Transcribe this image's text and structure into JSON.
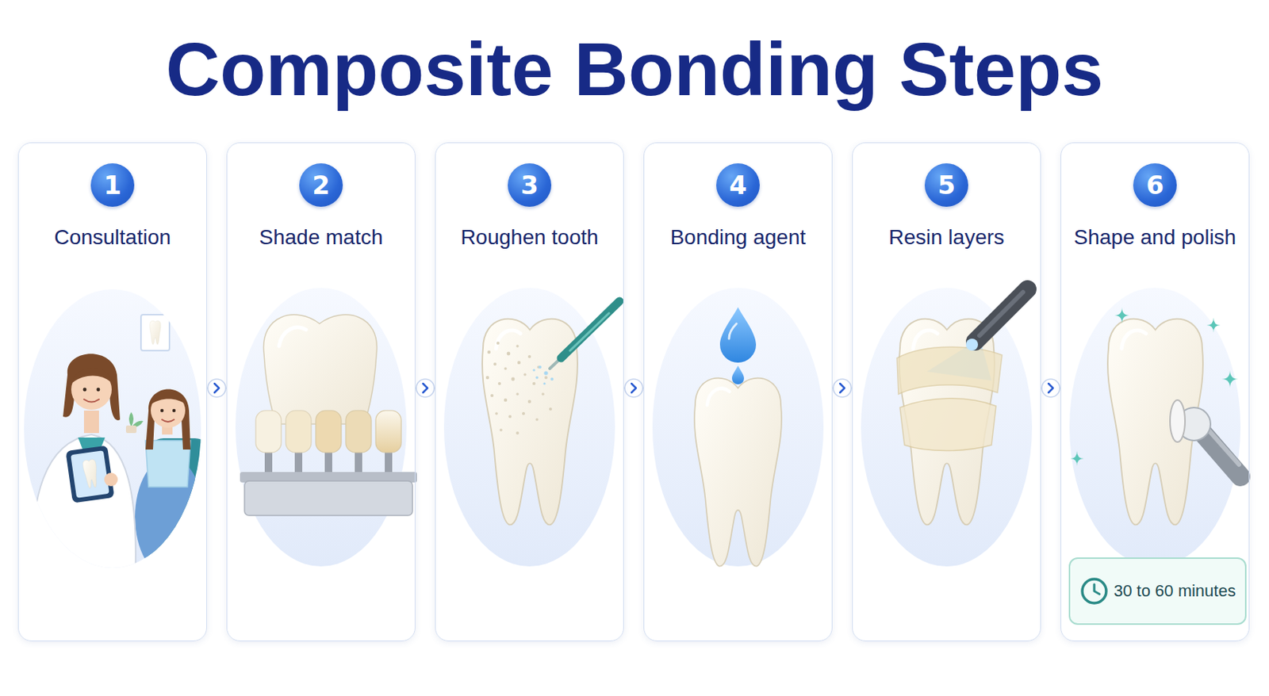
{
  "diagram": {
    "title": "Composite Bonding Steps",
    "nodes": [
      {
        "text": [
          "Consultation"
        ]
      },
      {
        "text": [
          "1"
        ],
        "in": 0
      },
      {
        "text": [
          "Shade match"
        ]
      },
      {
        "text": [
          "2"
        ],
        "in": 2
      },
      {
        "text": [
          "Roughen tooth"
        ]
      },
      {
        "text": [
          "3"
        ],
        "in": 4
      },
      {
        "text": [
          "Bonding agent"
        ]
      },
      {
        "text": [
          "4"
        ],
        "in": 6
      },
      {
        "text": [
          "Resin layers"
        ]
      },
      {
        "text": [
          "5"
        ],
        "in": 8
      },
      {
        "text": [
          "Shape and polish"
        ]
      },
      {
        "text": [
          "6"
        ],
        "in": 10
      },
      {
        "text": [
          "30 to 60 minutes"
        ],
        "in": 10
      }
    ],
    "edges": [
      {
        "from": 0,
        "to": 2,
        "arrow": "to"
      },
      {
        "from": 2,
        "to": 4,
        "arrow": "to"
      },
      {
        "from": 4,
        "to": 6,
        "arrow": "to"
      },
      {
        "from": 6,
        "to": 8,
        "arrow": "to"
      },
      {
        "from": 8,
        "to": 10,
        "arrow": "to"
      }
    ]
  }
}
